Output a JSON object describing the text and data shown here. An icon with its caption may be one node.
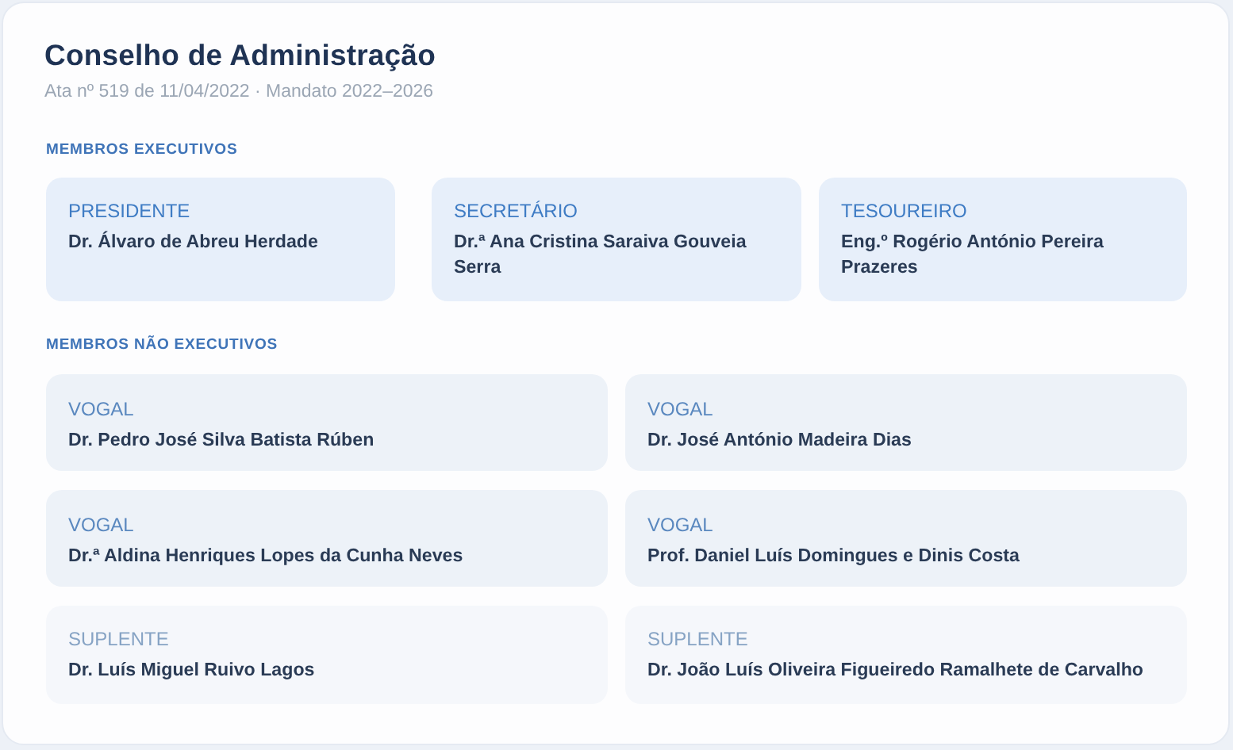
{
  "diagram": {
    "title": "Conselho de Administração",
    "nodes": [
      {
        "text": [
          "PRESIDENTE",
          "Dr. Álvaro de Abreu Herdade"
        ]
      },
      {
        "text": [
          "SECRETÁRIO",
          "Dr.ª Ana Cristina Saraiva Gouveia Serra"
        ]
      },
      {
        "text": [
          "TESOUREIRO",
          "Eng.º Rogério António Pereira Prazeres"
        ]
      },
      {
        "text": [
          "VOGAL",
          "Dr. Pedro José Silva Batista Rúben"
        ]
      },
      {
        "text": [
          "VOGAL",
          "Dr. José António Madeira Dias"
        ]
      },
      {
        "text": [
          "VOGAL",
          "Dr.ª Aldina Henriques Lopes da Cunha Neves"
        ]
      },
      {
        "text": [
          "VOGAL",
          "Prof. Daniel Luís Domingues e Dinis Costa"
        ]
      },
      {
        "text": [
          "SUPLENTE",
          "Dr. Luís Miguel Ruivo Lagos"
        ]
      },
      {
        "text": [
          "SUPLENTE",
          "Dr. João Luís Oliveira Figueiredo Ramalhete de Carvalho"
        ]
      }
    ],
    "labels": [
      "Ata nº 519 de 11/04/2022 · Mandato 2022–2026",
      "MEMBROS EXECUTIVOS",
      "MEMBROS NÃO EXECUTIVOS"
    ]
  }
}
